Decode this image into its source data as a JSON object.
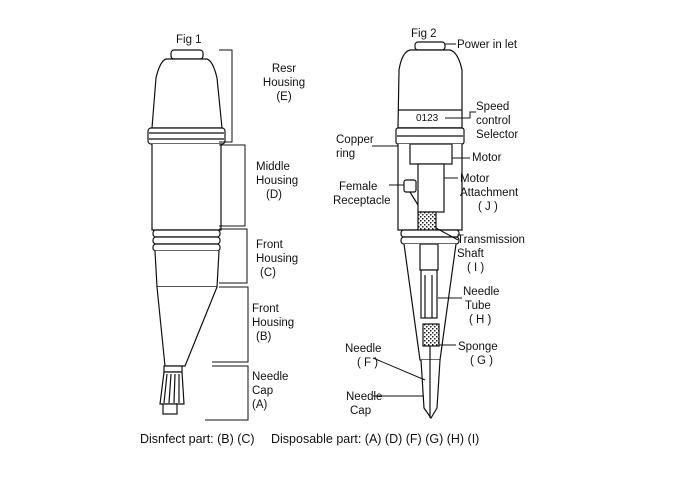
{
  "fig1": {
    "title": "Fig 1",
    "rear_housing": {
      "line1": "Resr",
      "line2": "Housing",
      "code": "(E)"
    },
    "middle_housing": {
      "line1": "Middle",
      "line2": "Housing",
      "code": "(D)"
    },
    "front_housing_c": {
      "line1": "Front",
      "line2": "Housing",
      "code": "(C)"
    },
    "front_housing_b": {
      "line1": "Front",
      "line2": "Housing",
      "code": "(B)"
    },
    "needle_cap": {
      "line1": "Needle",
      "line2": "Cap",
      "code": "(A)"
    }
  },
  "fig2": {
    "title": "Fig 2",
    "power_inlet": "Power in let",
    "speed_display": "0123",
    "speed_control": {
      "line1": "Speed",
      "line2": "control",
      "line3": "Selector"
    },
    "copper_ring": {
      "line1": "Copper",
      "line2": "ring"
    },
    "motor": "Motor",
    "female_receptacle": {
      "line1": "Female",
      "line2": "Receptacle"
    },
    "motor_attachment": {
      "line1": "Motor",
      "line2": "Attachment",
      "code": "( J )"
    },
    "transmission_shaft": {
      "line1": "Transmission",
      "line2": "Shaft",
      "code": "( I )"
    },
    "needle_tube": {
      "line1": "Needle",
      "line2": "Tube",
      "code": "( H )"
    },
    "needle": {
      "line1": "Needle",
      "code": "( F )"
    },
    "sponge": {
      "line1": "Sponge",
      "code": "( G )"
    },
    "needle_cap": {
      "line1": "Needle",
      "line2": "Cap"
    }
  },
  "footer": {
    "disinfect": "Disnfect part: (B) (C)",
    "disposable": "Disposable part: (A) (D) (F) (G) (H) (I)"
  }
}
